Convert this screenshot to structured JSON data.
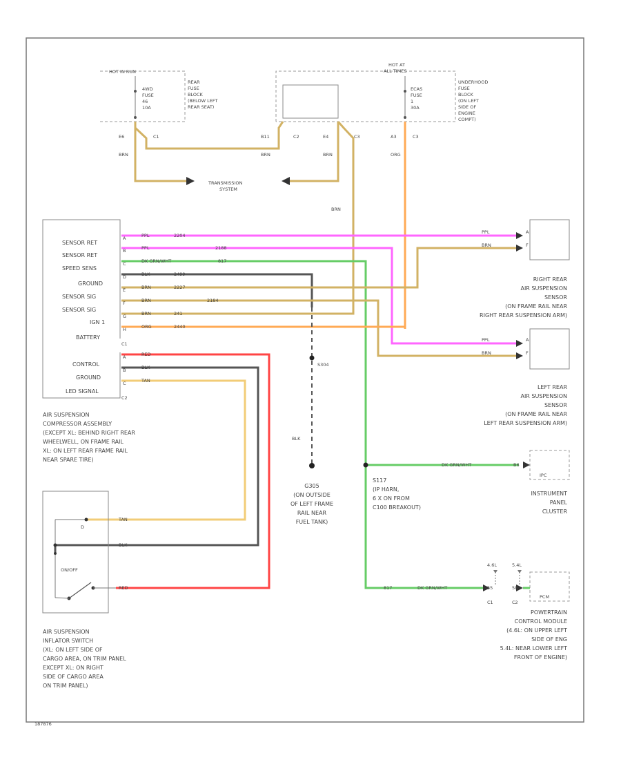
{
  "colors": {
    "brown": "#d2b264",
    "pink": "#ff66ff",
    "green": "#66cc66",
    "black": "#555555",
    "orange": "#ffaa55",
    "red": "#ff4444",
    "tan": "#f2cc77"
  },
  "top": {
    "hot_in_run": "HOT IN RUN",
    "rear_fuse": [
      "4WD",
      "FUSE",
      "46",
      "10A"
    ],
    "rear_fuse_block": [
      "REAR",
      "FUSE",
      "BLOCK",
      "(BELOW LEFT",
      "REAR SEAT)"
    ],
    "hot_at_all_times": [
      "HOT AT",
      "ALL TIMES"
    ],
    "underhood_fuse": [
      "ECAS",
      "FUSE",
      "1",
      "30A"
    ],
    "underhood_block": [
      "UNDERHOOD",
      "FUSE",
      "BLOCK",
      "(ON LEFT",
      "SIDE OF",
      "ENGINE",
      "COMPT)"
    ],
    "pins": {
      "e6": "E6",
      "c1": "C1",
      "b11": "B11",
      "c2": "C2",
      "e4": "E4",
      "c3a": "C3",
      "a3": "A3",
      "c3b": "C3"
    },
    "wires": {
      "brn1": "BRN",
      "brn2": "BRN",
      "brn3": "BRN",
      "org": "ORG",
      "brn_down": "BRN"
    },
    "transmission": [
      "TRANSMISSION",
      "SYSTEM"
    ]
  },
  "module": {
    "rows": [
      {
        "pin": "A",
        "label": "SENSOR RET",
        "wire": "PPL",
        "circuit": "2204"
      },
      {
        "pin": "B",
        "label": "SENSOR RET",
        "wire": "PPL",
        "circuit": "2188"
      },
      {
        "pin": "C",
        "label": "SPEED SENS",
        "wire": "DK GRN/WHT",
        "circuit": "817"
      },
      {
        "pin": "D",
        "label": "GROUND",
        "wire": "BLK",
        "circuit": "2499"
      },
      {
        "pin": "E",
        "label": "SENSOR SIG",
        "wire": "BRN",
        "circuit": "2227"
      },
      {
        "pin": "F",
        "label": "SENSOR SIG",
        "wire": "BRN",
        "circuit": "2184"
      },
      {
        "pin": "G",
        "label": "IGN 1",
        "wire": "BRN",
        "circuit": "241"
      },
      {
        "pin": "H",
        "label": "BATTERY",
        "wire": "ORG",
        "circuit": "2440"
      }
    ],
    "c1": "C1",
    "rows2": [
      {
        "pin": "A",
        "label": "CONTROL",
        "wire": "RED"
      },
      {
        "pin": "B",
        "label": "GROUND",
        "wire": "BLK"
      },
      {
        "pin": "C",
        "label": "LED SIGNAL",
        "wire": "TAN"
      }
    ],
    "c2": "C2",
    "caption": [
      "AIR SUSPENSION",
      "COMPRESSOR ASSEMBLY",
      "(EXCEPT XL: BEHIND RIGHT REAR",
      "WHEELWELL, ON FRAME RAIL",
      "XL: ON LEFT REAR FRAME RAIL",
      "NEAR SPARE TIRE)"
    ]
  },
  "right_rear": {
    "wire_a": "PPL",
    "pin_a": "A",
    "wire_b": "BRN",
    "pin_b": "F",
    "caption": [
      "RIGHT REAR",
      "AIR SUSPENSION",
      "SENSOR",
      "(ON FRAME RAIL NEAR",
      "RIGHT REAR SUSPENSION ARM)"
    ]
  },
  "left_rear": {
    "wire_a": "PPL",
    "pin_a": "A",
    "wire_b": "BRN",
    "pin_b": "F",
    "caption": [
      "LEFT REAR",
      "AIR SUSPENSION",
      "SENSOR",
      "(ON FRAME RAIL NEAR",
      "LEFT REAR SUSPENSION ARM)"
    ]
  },
  "ground": {
    "splice": "S304",
    "wire": "BLK",
    "caption": [
      "G305",
      "(ON OUTSIDE",
      "OF LEFT FRAME",
      "RAIL NEAR",
      "FUEL TANK)"
    ]
  },
  "cluster": {
    "wire": "DK GRN/WHT",
    "pin": "B6",
    "ipc": "IPC",
    "caption": [
      "INSTRUMENT",
      "PANEL",
      "CLUSTER"
    ]
  },
  "splice": {
    "caption": [
      "S117",
      "(IP HARN,",
      "6 X ON FROM",
      "C100 BREAKOUT)"
    ]
  },
  "pcm": {
    "wire_left": "817",
    "wire": "DK GRN/WHT",
    "tag1": "4.6L",
    "tag2": "5.4L",
    "pin1": "55",
    "pin2": "58",
    "c1": "C1",
    "c2": "C2",
    "pcm": "PCM",
    "caption": [
      "POWERTRAIN",
      "CONTROL MODULE",
      "(4.6L: ON UPPER LEFT",
      "SIDE OF ENG",
      "5.4L: NEAR LOWER LEFT",
      "FRONT OF ENGINE)"
    ]
  },
  "switch": {
    "label_on_off": "ON/OFF",
    "wire_tan": "TAN",
    "wire_blk": "BLK",
    "wire_red": "RED",
    "caption": [
      "AIR SUSPENSION",
      "INFLATOR SWITCH",
      "(XL: ON LEFT SIDE OF",
      "CARGO AREA, ON TRIM PANEL",
      "EXCEPT XL: ON RIGHT",
      "SIDE OF CARGO AREA",
      "ON TRIM PANEL)"
    ]
  },
  "footer": {
    "code": "187876"
  }
}
